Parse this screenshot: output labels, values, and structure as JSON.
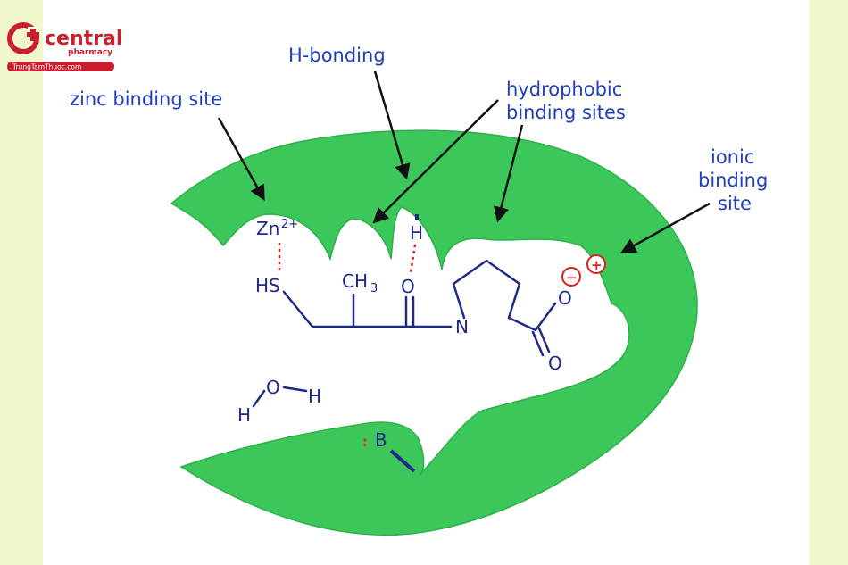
{
  "logo": {
    "name": "central",
    "subname": "pharmacy",
    "url": "TrungTamThuoc.com",
    "brand_color": "#c8202f"
  },
  "labels": {
    "zinc": "zinc binding site",
    "hbond": "H-bonding",
    "hydrophobic_1": "hydrophobic",
    "hydrophobic_2": "binding sites",
    "ionic_1": "ionic",
    "ionic_2": "binding",
    "ionic_3": "site"
  },
  "molecule": {
    "zn": "Zn",
    "zn_charge": "2+",
    "hs": "HS",
    "ch": "CH",
    "ch_sub": "3",
    "o_carbonyl": "O",
    "n": "N",
    "o_carboxylate": "O",
    "o_carboxyl_double": "O",
    "h_bond_h": "H",
    "water_h1": "H",
    "water_o": "O",
    "water_h2": "H",
    "base": "B",
    "base_lone_pair": ":"
  },
  "charges": {
    "negative": "−",
    "positive": "+"
  },
  "colors": {
    "enzyme_green": "#3cc75a",
    "label_blue": "#1f3fbf",
    "molecule_navy": "#1e2a8a",
    "bond_red": "#e02020",
    "background": "#f0f7cc"
  }
}
